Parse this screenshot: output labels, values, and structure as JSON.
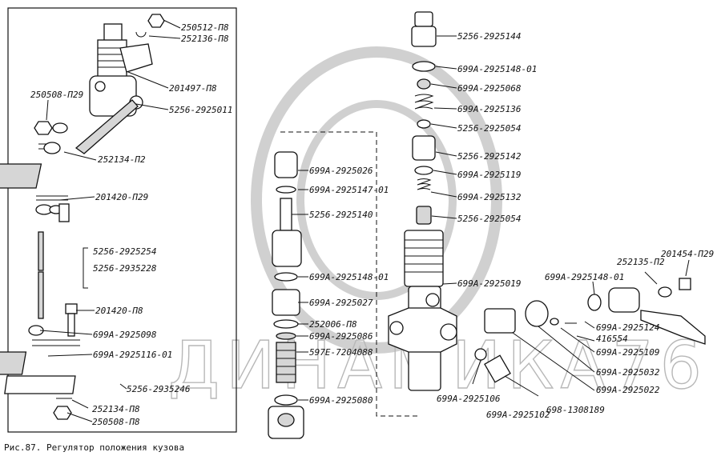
{
  "caption": "Рис.87. Регулятор положения кузова",
  "watermark": "ДИНАМИКА76",
  "part_labels": [
    "250512-П8",
    "252136-П8",
    "201497-П8",
    "5256-2925011",
    "250508-П29",
    "252134-П2",
    "201420-П29",
    "5256-2925254",
    "5256-2935228",
    "201420-П8",
    "699А-2925098",
    "699А-2925116-01",
    "5256-2935246",
    "252134-П8",
    "250508-П8",
    "699А-2925026",
    "699А-2925147-01",
    "5256-2925140",
    "699А-2925148-01",
    "699А-2925027",
    "252006-П8",
    "699А-2925086",
    "597Е-7204088",
    "699А-2925080",
    "5256-2925144",
    "699А-2925148-01",
    "699А-2925068",
    "699А-2925136",
    "5256-2925054",
    "5256-2925142",
    "699А-2925119",
    "699А-2925132",
    "5256-2925054",
    "699А-2925019",
    "699А-2925148-01",
    "252135-П2",
    "201454-П29",
    "699А-2925124",
    "416554",
    "699А-2925109",
    "699А-2925032",
    "699А-2925022",
    "699А-2925106",
    "699А-2925102",
    "698-1308189"
  ]
}
